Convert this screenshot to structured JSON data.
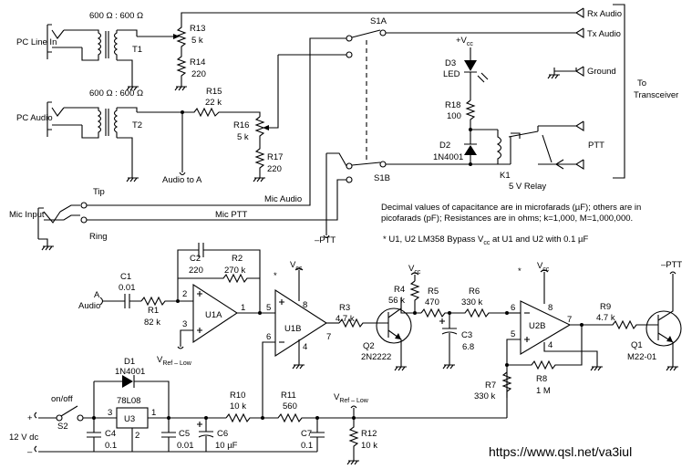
{
  "labels": {
    "pc_line_in": "PC Line In",
    "pc_audio": "PC Audio",
    "mic_input": "Mic Input",
    "t1": "T1",
    "t2": "T2",
    "t1_ratio": "600 Ω : 600 Ω",
    "t2_ratio": "600 Ω : 600 Ω",
    "r13": "R13",
    "r13_val": "5 k",
    "r14": "R14",
    "r14_val": "220",
    "r15": "R15",
    "r15_val": "22 k",
    "r16": "R16",
    "r16_val": "5 k",
    "r17": "R17",
    "r17_val": "220",
    "audio_to_a": "Audio to A",
    "mic_audio": "Mic Audio",
    "mic_ptt": "Mic PTT",
    "tip": "Tip",
    "ring": "Ring",
    "neg_ptt": "–PTT",
    "neg_ptt2": "–PTT",
    "s1a": "S1A",
    "s1b": "S1B",
    "rx_audio": "Rx Audio",
    "tx_audio": "Tx Audio",
    "ground": "Ground",
    "ptt": "PTT",
    "to_transceiver_1": "To",
    "to_transceiver_2": "Transceiver",
    "vcc": "+V",
    "vcc_sub": "cc",
    "d3": "D3",
    "led": "LED",
    "r18": "R18",
    "r18_val": "100",
    "d2": "D2",
    "d2_val": "1N4001",
    "k1": "K1",
    "k1_val": "5 V Relay",
    "note1": "Decimal values of capacitance are in microfarads (µF); others are in",
    "note2": "picofarads (pF); Resistances are in ohms; k=1,000, M=1,000,000.",
    "note3_a": "* U1, U2 LM358 Bypass V",
    "note3_sub": "cc",
    "note3_b": " at U1 and U2 with 0.1 µF",
    "c2": "C2",
    "c2_val": "220",
    "r2": "R2",
    "r2_val": "270 k",
    "c1": "C1",
    "c1_val": "0.01",
    "r1": "R1",
    "r1_val": "82 k",
    "a_in_1": "A",
    "a_in_2": "Audio",
    "u1a": "U1A",
    "u1b": "U1B",
    "u2b": "U2B",
    "vref_low_1": "V",
    "vref_low_sub": "Ref – Low",
    "asterisk1": "*",
    "asterisk2": "*",
    "vcc_u1": "V",
    "vcc_u1_sub": "cc",
    "vcc_q2": "V",
    "vcc_q2_sub": "cc",
    "vcc_u2": "V",
    "vcc_u2_sub": "cc",
    "r3": "R3",
    "r3_val": "4.7 k",
    "r4": "R4",
    "r4_val": "56 k",
    "r5": "R5",
    "r5_val": "470",
    "r6": "R6",
    "r6_val": "330 k",
    "c3": "C3",
    "c3_val": "6.8",
    "q2": "Q2",
    "q2_val": "2N2222",
    "r7": "R7",
    "r7_val": "330 k",
    "r8": "R8",
    "r8_val": "1 M",
    "r9": "R9",
    "r9_val": "4.7 k",
    "q1": "Q1",
    "q1_val": "M22-01",
    "d1": "D1",
    "d1_val": "1N4001",
    "u3": "U3",
    "u3_part": "78L08",
    "on_off": "on/off",
    "s2": "S2",
    "v12": "12 V dc",
    "plus": "+",
    "minus": "–",
    "c4": "C4",
    "c4_val": "0.1",
    "c5": "C5",
    "c5_val": "0.01",
    "c6": "C6",
    "c6_val": "10 µF",
    "c7": "C7",
    "c7_val": "0.1",
    "r10": "R10",
    "r10_val": "10 k",
    "r11": "R11",
    "r11_val": "560",
    "r12": "R12",
    "r12_val": "10 k",
    "vref_low2_1": "V",
    "vref_low2_sub": "Ref – Low",
    "pin1": "1",
    "pin2": "2",
    "pin3": "3",
    "pin4": "4",
    "pin5": "5",
    "pin6": "6",
    "pin7": "7",
    "pin8": "8",
    "u2pin4": "4",
    "u2pin5": "5",
    "u2pin6": "6",
    "u2pin7": "7",
    "u2pin8": "8",
    "u3pin1": "1",
    "u3pin2": "2",
    "u3pin3": "3",
    "url": "https://www.qsl.net/va3iul"
  }
}
